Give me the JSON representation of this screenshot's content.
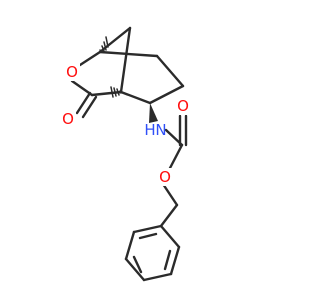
{
  "molecule": {
    "atom_labels": {
      "ring_oxygen": "O",
      "carbonyl_oxygen": "O",
      "amine_nitrogen": "N",
      "amine_hydrogen": "H",
      "carbamate_carbonyl_oxygen": "O",
      "ester_oxygen": "O"
    },
    "colors": {
      "bond": "#2b2b2b",
      "oxygen": "#ff0d0d",
      "nitrogen": "#3050f8"
    }
  }
}
